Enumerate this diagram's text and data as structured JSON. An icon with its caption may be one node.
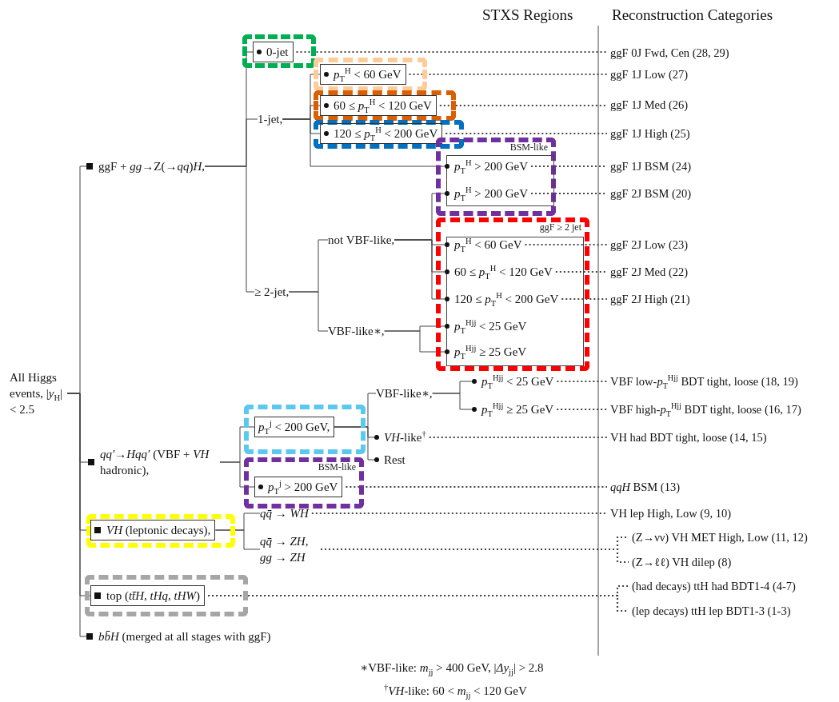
{
  "diagram": {
    "nodes": [
      {
        "text": [
          "All Higgs events, |*y*$_{H}$| < 2.5"
        ]
      },
      {
        "text": [
          "ggF + *gg*→Z(→*qq*)*H*,"
        ]
      },
      {
        "text": [],
        "shape": "box"
      },
      {
        "text": [
          "0-jet"
        ],
        "in": 2
      },
      {
        "text": [
          "1-jet,"
        ]
      },
      {
        "text": [],
        "shape": "box"
      },
      {
        "text": [
          "*p*$_{T}$$^{H}$ < 60 GeV"
        ],
        "in": 5
      },
      {
        "text": [],
        "shape": "box"
      },
      {
        "text": [
          "60 ≤ *p*$_{T}$$^{H}$ < 120 GeV"
        ],
        "in": 7
      },
      {
        "text": [],
        "shape": "box"
      },
      {
        "text": [
          "120 ≤ *p*$_{T}$$^{H}$ < 200 GeV"
        ],
        "in": 9
      },
      {
        "text": [
          "BSM-like"
        ]
      },
      {
        "text": [
          "*p*$_{T}$$^{H}$ > 200 GeV"
        ],
        "in": 11
      },
      {
        "text": [
          "*p*$_{T}$$^{H}$ > 200 GeV"
        ],
        "in": 11
      },
      {
        "text": [
          "≥ 2-jet,"
        ]
      },
      {
        "text": [
          "not VBF-like,"
        ]
      },
      {
        "text": [
          "VBF-like∗,"
        ]
      },
      {
        "text": [
          "ggF ≥ 2 jet"
        ]
      },
      {
        "text": [
          "*p*$_{T}$$^{H}$ < 60 GeV"
        ],
        "in": 17
      },
      {
        "text": [
          "60 ≤ *p*$_{T}$$^{H}$ < 120 GeV"
        ],
        "in": 17
      },
      {
        "text": [
          "120 ≤ *p*$_{T}$$^{H}$ < 200 GeV"
        ],
        "in": 17
      },
      {
        "text": [
          "*p*$_{T}$$^{Hjj}$ < 25 GeV"
        ],
        "in": 17
      },
      {
        "text": [
          "*p*$_{T}$$^{Hjj}$ ≥ 25 GeV"
        ],
        "in": 17
      },
      {
        "text": [
          "*qq′*→*Hqq′* (VBF + *VH* hadronic),"
        ]
      },
      {
        "text": [],
        "shape": "box"
      },
      {
        "text": [
          "*p*$_{T}$$^{j}$ < 200 GeV,"
        ],
        "in": 24
      },
      {
        "text": [
          "VBF-like∗,"
        ]
      },
      {
        "text": [
          "*p*$_{T}$$^{Hjj}$ < 25 GeV"
        ]
      },
      {
        "text": [
          "*p*$_{T}$$^{Hjj}$ ≥ 25 GeV"
        ]
      },
      {
        "text": [
          "*VH*-like$^{†}$"
        ]
      },
      {
        "text": [
          "Rest"
        ]
      },
      {
        "text": [
          "BSM-like"
        ]
      },
      {
        "text": [
          "*p*$_{T}$$^{j}$ > 200 GeV"
        ],
        "in": 31
      },
      {
        "text": [],
        "shape": "box"
      },
      {
        "text": [
          "*VH* (leptonic decays),"
        ],
        "in": 33
      },
      {
        "text": [
          "*qq̄* → *WH*"
        ]
      },
      {
        "text": [
          "*qq̄* → *ZH*, *gg* → *ZH*"
        ]
      },
      {
        "text": [],
        "shape": "box"
      },
      {
        "text": [
          "top (*tt̄H*, *tHq*, *tHW*)"
        ],
        "in": 37
      },
      {
        "text": [
          "*bb̄H* (merged at all stages with ggF)"
        ]
      },
      {
        "text": [
          "ggF 0J Fwd, Cen (28, 29)"
        ]
      },
      {
        "text": [
          "ggF 1J Low (27)"
        ]
      },
      {
        "text": [
          "ggF 1J Med (26)"
        ]
      },
      {
        "text": [
          "ggF 1J High (25)"
        ]
      },
      {
        "text": [
          "ggF 1J BSM (24)"
        ]
      },
      {
        "text": [
          "ggF 2J BSM (20)"
        ]
      },
      {
        "text": [
          "ggF 2J Low (23)"
        ]
      },
      {
        "text": [
          "ggF 2J Med (22)"
        ]
      },
      {
        "text": [
          "ggF 2J High (21)"
        ]
      },
      {
        "text": [
          "VBF low-*p*$_{T}$$^{Hjj}$ BDT tight, loose (18, 19)"
        ]
      },
      {
        "text": [
          "VBF high-*p*$_{T}$$^{Hjj}$ BDT tight, loose (16, 17)"
        ]
      },
      {
        "text": [
          "VH had BDT tight, loose (14, 15)"
        ]
      },
      {
        "text": [
          "*qqH* BSM (13)"
        ]
      },
      {
        "text": [
          "VH lep High, Low (9, 10)"
        ]
      },
      {
        "text": [
          "(Z→νν) VH MET High, Low (11, 12)"
        ]
      },
      {
        "text": [
          "(Z→ℓℓ) VH dilep (8)"
        ]
      },
      {
        "text": [
          "(had decays) ttH had BDT1-4 (4-7)"
        ]
      },
      {
        "text": [
          "(lep decays) ttH lep BDT1-3 (1-3)"
        ]
      }
    ],
    "edges": [
      {
        "from": 0,
        "to": 1,
        "arrow": "none"
      },
      {
        "from": 0,
        "to": 23,
        "arrow": "none"
      },
      {
        "from": 0,
        "to": 34,
        "arrow": "none"
      },
      {
        "from": 0,
        "to": 38,
        "arrow": "none"
      },
      {
        "from": 0,
        "to": 39,
        "arrow": "none"
      },
      {
        "from": 1,
        "to": 3,
        "arrow": "none"
      },
      {
        "from": 1,
        "to": 4,
        "arrow": "none"
      },
      {
        "from": 1,
        "to": 14,
        "arrow": "none"
      },
      {
        "from": 4,
        "to": 6,
        "arrow": "none"
      },
      {
        "from": 4,
        "to": 8,
        "arrow": "none"
      },
      {
        "from": 4,
        "to": 10,
        "arrow": "none"
      },
      {
        "from": 4,
        "to": 12,
        "arrow": "none"
      },
      {
        "from": 14,
        "to": 15,
        "arrow": "none"
      },
      {
        "from": 14,
        "to": 16,
        "arrow": "none"
      },
      {
        "from": 15,
        "to": 13,
        "arrow": "none"
      },
      {
        "from": 15,
        "to": 18,
        "arrow": "none"
      },
      {
        "from": 15,
        "to": 19,
        "arrow": "none"
      },
      {
        "from": 15,
        "to": 20,
        "arrow": "none"
      },
      {
        "from": 16,
        "to": 21,
        "arrow": "none"
      },
      {
        "from": 16,
        "to": 22,
        "arrow": "none"
      },
      {
        "from": 23,
        "to": 25,
        "arrow": "none"
      },
      {
        "from": 23,
        "to": 32,
        "arrow": "none"
      },
      {
        "from": 25,
        "to": 26,
        "arrow": "none"
      },
      {
        "from": 25,
        "to": 29,
        "arrow": "none"
      },
      {
        "from": 25,
        "to": 30,
        "arrow": "none"
      },
      {
        "from": 26,
        "to": 27,
        "arrow": "none"
      },
      {
        "from": 26,
        "to": 28,
        "arrow": "none"
      },
      {
        "from": 34,
        "to": 35,
        "arrow": "none"
      },
      {
        "from": 34,
        "to": 36,
        "arrow": "none"
      },
      {
        "from": 3,
        "to": 40,
        "arrow": "none",
        "style": "dashed"
      },
      {
        "from": 6,
        "to": 41,
        "arrow": "none",
        "style": "dashed"
      },
      {
        "from": 8,
        "to": 42,
        "arrow": "none",
        "style": "dashed"
      },
      {
        "from": 10,
        "to": 43,
        "arrow": "none",
        "style": "dashed"
      },
      {
        "from": 12,
        "to": 44,
        "arrow": "none",
        "style": "dashed"
      },
      {
        "from": 13,
        "to": 45,
        "arrow": "none",
        "style": "dashed"
      },
      {
        "from": 18,
        "to": 46,
        "arrow": "none",
        "style": "dashed"
      },
      {
        "from": 19,
        "to": 47,
        "arrow": "none",
        "style": "dashed"
      },
      {
        "from": 20,
        "to": 48,
        "arrow": "none",
        "style": "dashed"
      },
      {
        "from": 27,
        "to": 49,
        "arrow": "none",
        "style": "dashed"
      },
      {
        "from": 28,
        "to": 50,
        "arrow": "none",
        "style": "dashed"
      },
      {
        "from": 29,
        "to": 51,
        "arrow": "none",
        "style": "dashed"
      },
      {
        "from": 32,
        "to": 52,
        "arrow": "none",
        "style": "dashed"
      },
      {
        "from": 35,
        "to": 53,
        "arrow": "none",
        "style": "dashed"
      },
      {
        "from": 36,
        "to": 54,
        "arrow": "none",
        "style": "dashed"
      },
      {
        "from": 36,
        "to": 55,
        "arrow": "none",
        "style": "dashed"
      },
      {
        "from": 38,
        "to": 56,
        "arrow": "none",
        "style": "dashed"
      },
      {
        "from": 38,
        "to": 57,
        "arrow": "none",
        "style": "dashed"
      }
    ],
    "labels": [
      "STXS Regions",
      "Reconstruction Categories",
      "∗VBF-like: *m*$_{jj}$ > 400 GeV, |*Δy*$_{jj}$| > 2.8",
      "$^{†}$*VH*-like: 60 < *m*$_{jj}$ < 120 GeV"
    ]
  }
}
